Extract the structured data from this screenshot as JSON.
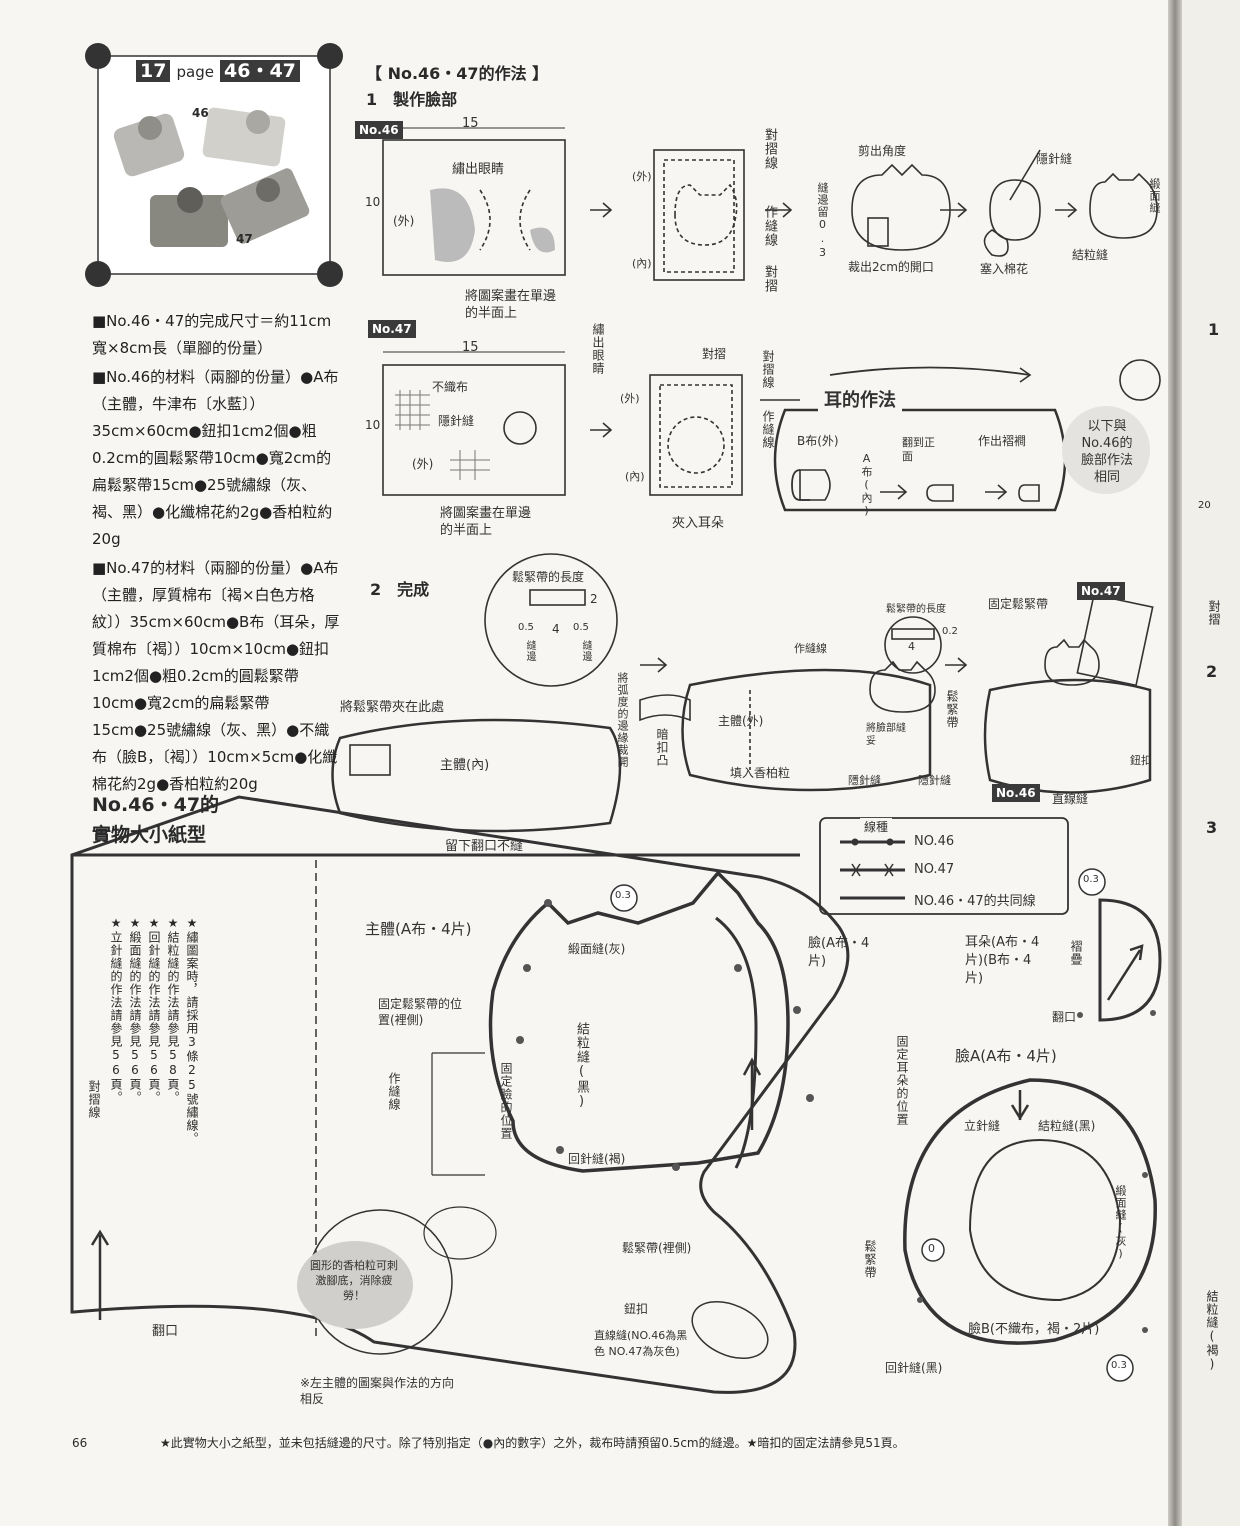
{
  "header": {
    "badge_num": "17",
    "badge_page": "page",
    "badge_pages": "46・47",
    "photo_label_46": "46",
    "photo_label_47": "47"
  },
  "method_title": "【 No.46・47的作法 】",
  "step1_title": "1　製作臉部",
  "step2_title": "2　完成",
  "materials": {
    "size": "■No.46・47的完成尺寸＝約11cm寬×8cm長（單腳的份量）",
    "mat46": "■No.46的材料（兩腳的份量）●A布（主體，牛津布〔水藍〕）35cm×60cm●鈕扣1cm2個●粗0.2cm的圓鬆緊帶10cm●寬2cm的扁鬆緊帶15cm●25號繡線（灰、褐、黑）●化纖棉花約2g●香柏粒約20g",
    "mat47": "■No.47的材料（兩腳的份量）●A布（主體，厚質棉布〔褐×白色方格紋〕）35cm×60cm●B布（耳朵，厚質棉布〔褐〕）10cm×10cm●鈕扣1cm2個●粗0.2cm的圓鬆緊帶10cm●寬2cm的扁鬆緊帶15cm●25號繡線（灰、黑）●不織布（臉B，〔褐〕）10cm×5cm●化纖棉花約2g●香柏粒約20g"
  },
  "pattern_title_1": "No.46・47的",
  "pattern_title_2": "實物大小紙型",
  "step1": {
    "tag46": "No.46",
    "tag47": "No.47",
    "w15": "15",
    "h10": "10",
    "outside": "(外)",
    "inside": "(內)",
    "embroider_eyes": "繡出眼睛",
    "transfer_note": "將圖案畫在單邊的半面上",
    "fold_line": "對摺線",
    "sew_line": "作縫線",
    "fold": "對摺",
    "trim_corner": "剪出角度",
    "seam_allow": "縫邊留0.3",
    "cut_opening": "裁出2cm的開口",
    "stuff": "塞入棉花",
    "blind_stitch": "隱針縫",
    "satin": "緞面縫",
    "french_knot": "結粒縫",
    "felt": "不織布",
    "embroider_eyes2": "繡出眼睛",
    "insert_ear": "夾入耳朵",
    "ear_title": "耳的作法",
    "ear_b_out": "B布(外)",
    "ear_a_in": "A布(內)",
    "turn_out": "翻到正面",
    "make_pleat": "作出褶襇",
    "same_note": "以下與No.46的臉部作法相同"
  },
  "step2": {
    "elastic_len": "鬆緊帶的長度",
    "d2": "2",
    "d05a": "0.5",
    "d4": "4",
    "d05b": "0.5",
    "seam": "縫邊",
    "clip_here": "將鬆緊帶夾在此處",
    "body_in": "主體(內)",
    "leave_opening": "留下翻口不縫",
    "clip_curve": "將弧度的邊緣裁開",
    "snap": "暗扣凸",
    "body_out": "主體(外)",
    "sew_line": "作縫線",
    "fill": "填入香柏粒",
    "sew_face": "將臉部縫妥",
    "blind": "隱針縫",
    "elastic": "鬆緊帶",
    "elastic_len2": "鬆緊帶的長度",
    "d02": "0.2",
    "d4b": "4",
    "fix_elastic": "固定鬆緊帶",
    "tag47": "No.47",
    "tag46": "No.46",
    "button": "鈕扣",
    "straight": "直線縫"
  },
  "legend": {
    "title": "線種",
    "l1": "NO.46",
    "l2": "NO.47",
    "l3": "NO.46・47的共同線"
  },
  "pattern": {
    "stars": [
      "★繡圖案時，請採用3條25號繡線。",
      "★結粒縫的作法請參見58頁。",
      "★回針縫的作法請參見56頁。",
      "★緞面縫的作法請參見56頁。",
      "★立針縫的作法請參見56頁。"
    ],
    "fold_line": "對摺線",
    "turn_opening": "翻口",
    "body": "主體(A布・4片)",
    "fix_elastic_pos": "固定鬆緊帶的位置(裡側)",
    "sew_line": "作縫線",
    "fix_face": "固定臉的位置",
    "satin_gray": "緞面縫(灰)",
    "knot_black": "結粒縫(黑)",
    "back_brown": "回針縫(褐)",
    "face": "臉(A布・4片)",
    "d03a": "0.3",
    "d03b": "0.3",
    "d03c": "0.3",
    "ear": "耳朵(A布・4片)(B布・4片)",
    "pleat": "褶疊",
    "turn_opening2": "翻口",
    "fix_ear_pos": "固定耳朵的位置",
    "face_a": "臉A(A布・4片)",
    "slip": "立針縫",
    "knot_black2": "結粒縫(黑)",
    "satin_gray2": "緞面縫(灰)",
    "face_b": "臉B(不織布，褐・2片)",
    "back_black": "回針縫(黑)",
    "zero": "0",
    "elastic_back": "鬆緊帶(裡側)",
    "button": "鈕扣",
    "straight_note": "直線縫(NO.46為黑色 NO.47為灰色)",
    "elastic": "鬆緊帶",
    "bubble": "圓形的香柏粒可刺激腳底，消除疲勞！",
    "note_reverse": "※左主體的圖案與作法的方向相反"
  },
  "footer": {
    "page_number": "66",
    "note": "★此實物大小之紙型，並未包括縫邊的尺寸。除了特別指定（●內的數字）之外，裁布時請預留0.5cm的縫邊。★暗扣的固定法請參見51頁。"
  },
  "next_page": {
    "n1": "1",
    "n2": "2",
    "n3": "3",
    "n20": "20",
    "fold": "對摺",
    "knot_brown": "結粒縫(褐)"
  }
}
